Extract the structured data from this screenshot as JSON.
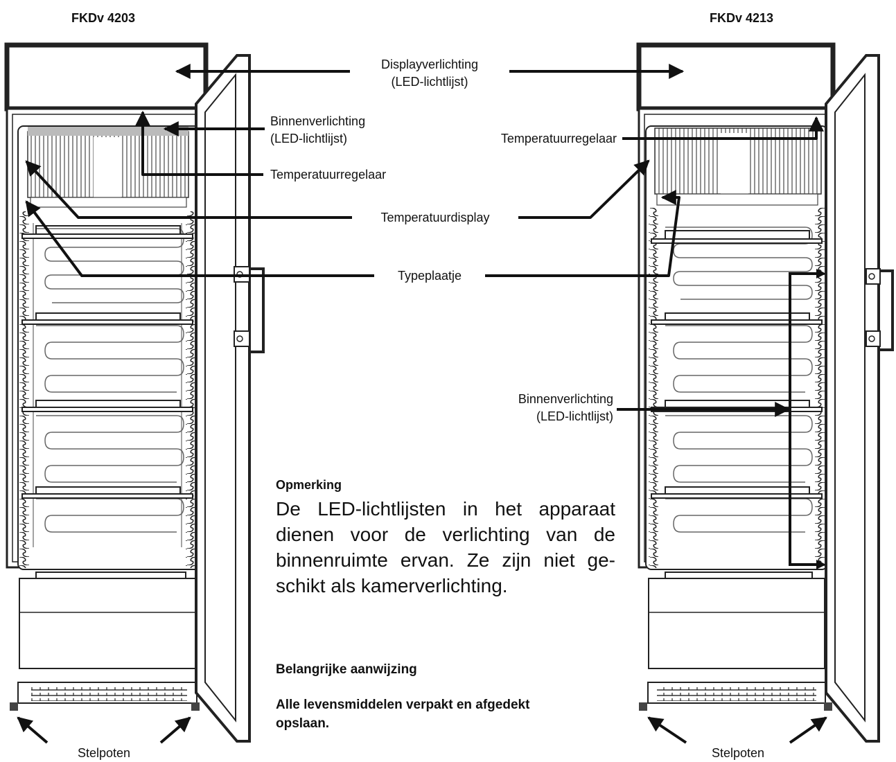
{
  "models": {
    "left": "FKDv 4203",
    "right": "FKDv 4213"
  },
  "labels": {
    "display_lighting_line1": "Displayverlichting",
    "display_lighting_line2": "(LED-lichtlijst)",
    "interior_lighting_line1": "Binnenverlichting",
    "interior_lighting_line2": "(LED-lichtlijst)",
    "temperature_controller": "Temperatuurregelaar",
    "temperature_display": "Temperatuurdisplay",
    "type_plate": "Typeplaatje",
    "leveling_feet": "Stelpoten"
  },
  "note": {
    "heading": "Opmerking",
    "body": "De LED-lichtlijsten in het apparaat dienen voor de verlichting van de binnenruimte ervan. Ze zijn niet ge-schikt als kamerverlichting."
  },
  "important": {
    "heading": "Belangrijke aanwijzing",
    "body": "Alle levensmiddelen verpakt en afgedekt opslaan."
  }
}
